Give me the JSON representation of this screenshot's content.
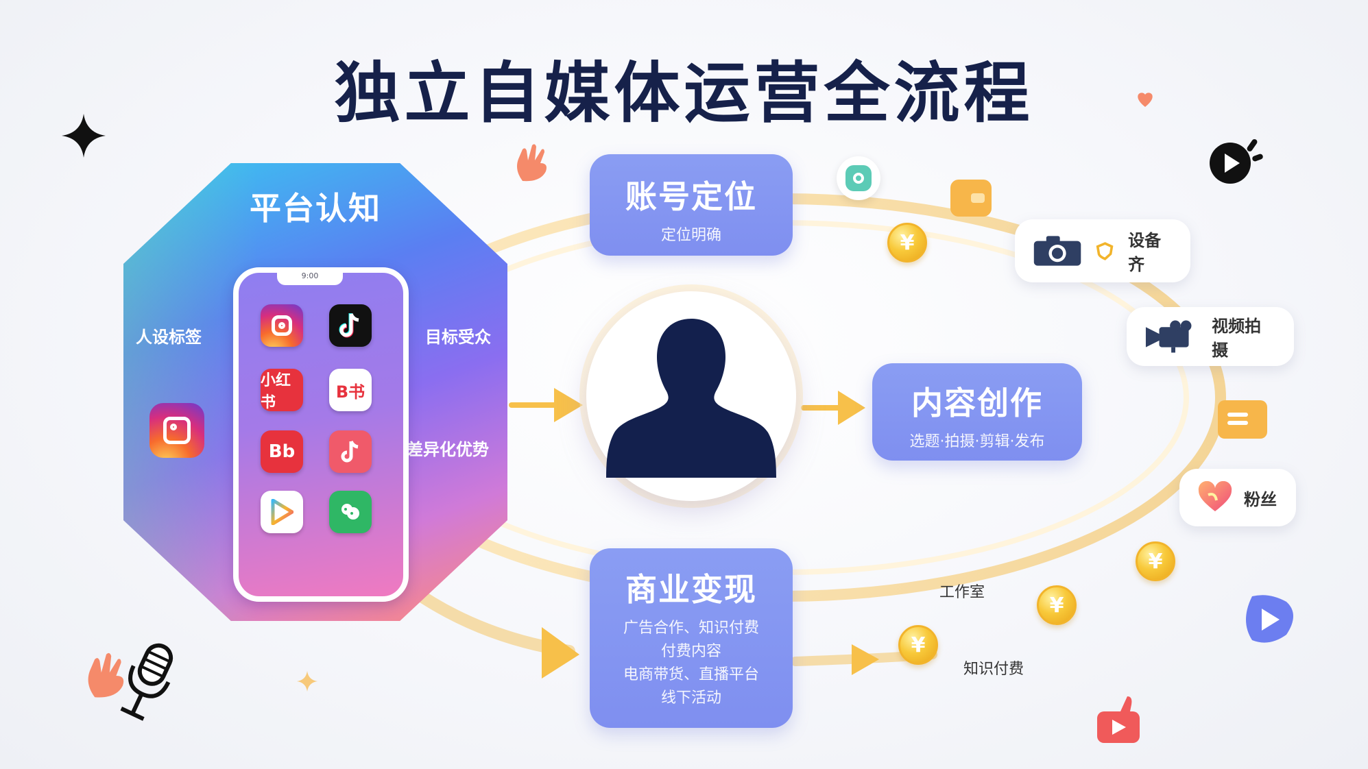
{
  "title": "独立自媒体运营全流程",
  "platform": {
    "title": "平台认知",
    "labels": {
      "persona": "人设标签",
      "audience": "目标受众",
      "advantage": "差异化优势"
    },
    "phone_status": "9:00",
    "apps": [
      {
        "name": "instagram",
        "label": ""
      },
      {
        "name": "tiktok",
        "label": ""
      },
      {
        "name": "xiaohongshu",
        "label": "小红书"
      },
      {
        "name": "bilibili-b",
        "label": "B书"
      },
      {
        "name": "bilibili",
        "label": "Bb"
      },
      {
        "name": "douyin",
        "label": ""
      },
      {
        "name": "video-play",
        "label": ""
      },
      {
        "name": "green-app",
        "label": ""
      }
    ]
  },
  "stages": {
    "positioning": {
      "title": "账号定位",
      "subtitle": "定位明确"
    },
    "content": {
      "title": "内容创作",
      "subtitle": "选题·拍摄·剪辑·发布"
    },
    "monetize": {
      "title": "商业变现",
      "lines": [
        "广告合作、知识付费",
        "付费内容",
        "电商带货、直播平台",
        "线下活动"
      ]
    }
  },
  "tools": {
    "camera": "设备齐",
    "video": "视频拍摄",
    "fans": "粉丝"
  },
  "notes": {
    "work": "工作室",
    "pay": "知识付费"
  },
  "coin_symbol": "¥",
  "colors": {
    "title": "#16214a",
    "card": "#8494f1",
    "ring": "#f5d79a",
    "coin": "#f6c233",
    "arrow": "#f7c04a"
  }
}
